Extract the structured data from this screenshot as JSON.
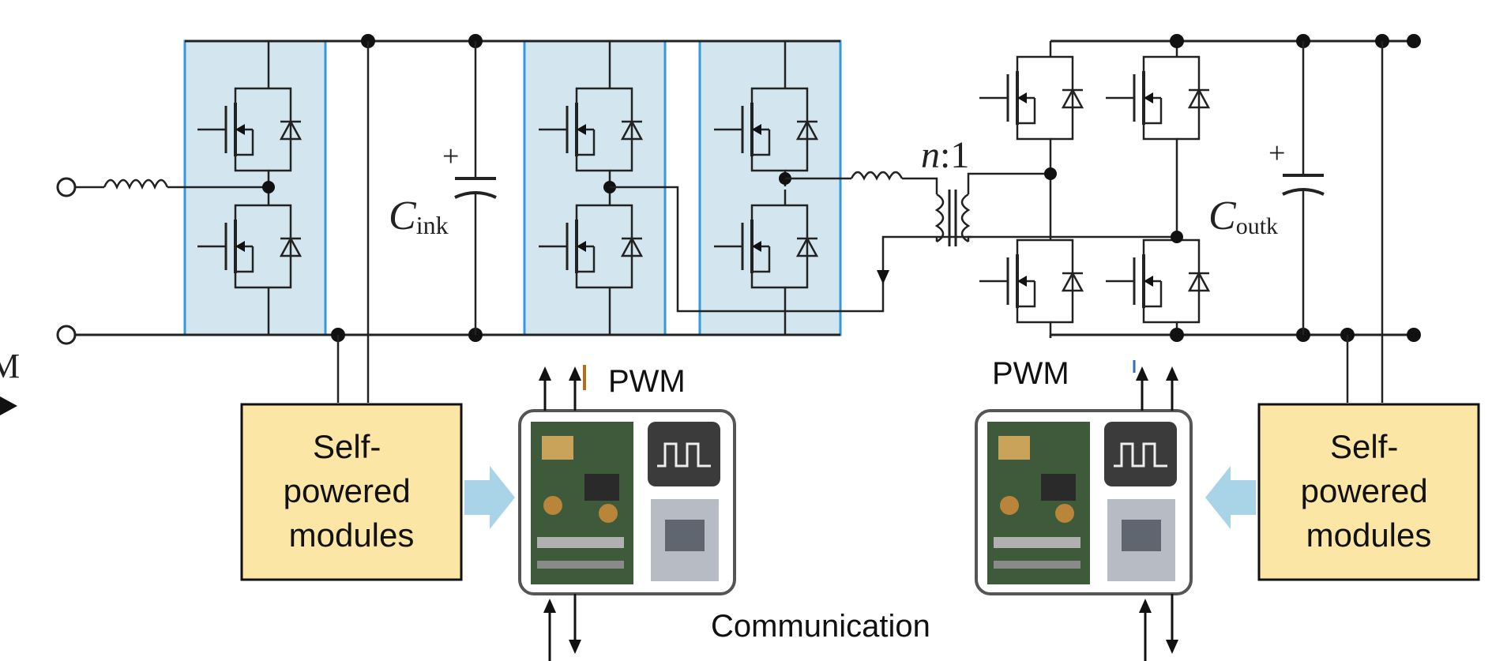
{
  "labels": {
    "c_in_main": "C",
    "c_in_sub": "ink",
    "c_out_main": "C",
    "c_out_sub": "outk",
    "ratio_n": "n",
    "ratio_rest": ":1",
    "pwm_left": "PWM",
    "pwm_right": "PWM",
    "communication": "Communication",
    "edge_letter": "M"
  },
  "modules": {
    "left": [
      "Self-",
      "powered",
      "modules"
    ],
    "right": [
      "Self-",
      "powered",
      "modules"
    ]
  },
  "colors": {
    "half_bridge_fill": "#d3e6ef",
    "half_bridge_border": "#3399dd",
    "module_fill": "#fbe6a6",
    "arrow_light": "#a9d4e8"
  }
}
